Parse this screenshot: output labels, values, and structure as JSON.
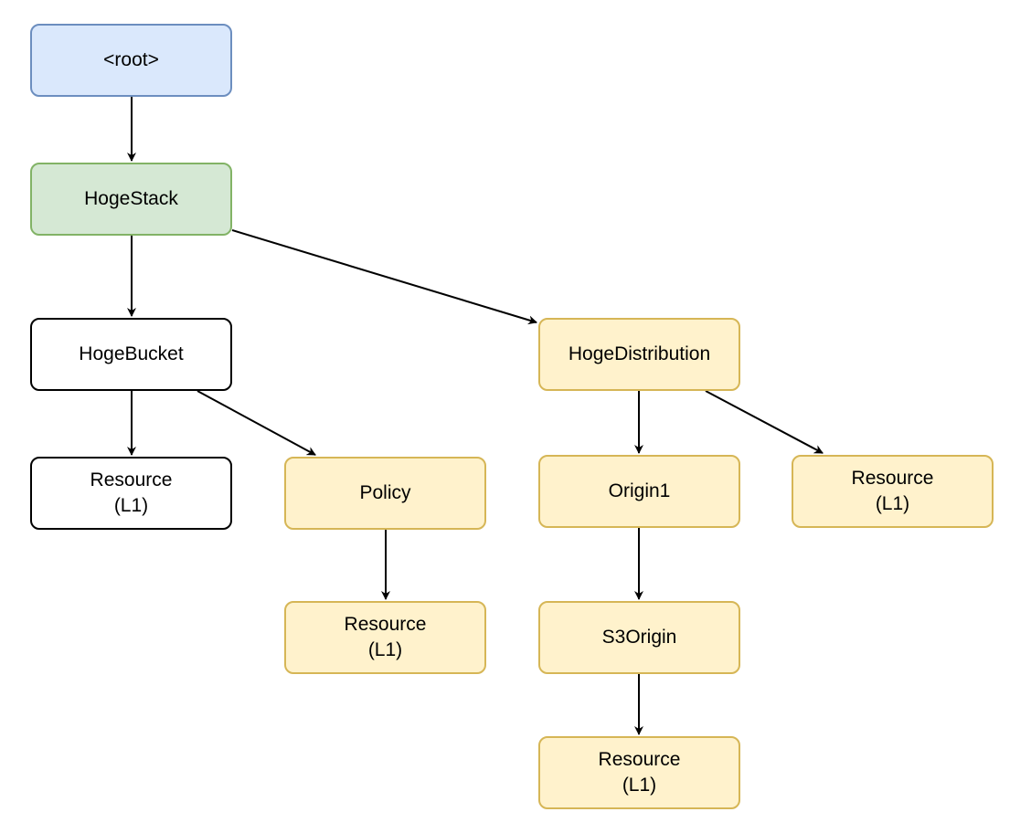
{
  "diagram": {
    "nodes": {
      "root": "<root>",
      "hoge_stack": "HogeStack",
      "hoge_bucket": "HogeBucket",
      "bucket_resource": "Resource\n(L1)",
      "policy": "Policy",
      "policy_resource": "Resource\n(L1)",
      "hoge_distribution": "HogeDistribution",
      "origin1": "Origin1",
      "distribution_resource": "Resource\n(L1)",
      "s3_origin": "S3Origin",
      "s3_origin_resource": "Resource\n(L1)"
    },
    "edges": [
      {
        "from": "root",
        "to": "hoge_stack"
      },
      {
        "from": "hoge_stack",
        "to": "hoge_bucket"
      },
      {
        "from": "hoge_stack",
        "to": "hoge_distribution"
      },
      {
        "from": "hoge_bucket",
        "to": "bucket_resource"
      },
      {
        "from": "hoge_bucket",
        "to": "policy"
      },
      {
        "from": "policy",
        "to": "policy_resource"
      },
      {
        "from": "hoge_distribution",
        "to": "origin1"
      },
      {
        "from": "hoge_distribution",
        "to": "distribution_resource"
      },
      {
        "from": "origin1",
        "to": "s3_origin"
      },
      {
        "from": "s3_origin",
        "to": "s3_origin_resource"
      }
    ],
    "colors": {
      "root_fill": "#dae8fc",
      "root_stroke": "#6c8ebf",
      "stack_fill": "#d5e8d4",
      "stack_stroke": "#82b366",
      "construct_fill": "#fff2cc",
      "construct_stroke": "#d6b656",
      "plain_fill": "#ffffff",
      "plain_stroke": "#000000",
      "edge": "#000000"
    }
  }
}
